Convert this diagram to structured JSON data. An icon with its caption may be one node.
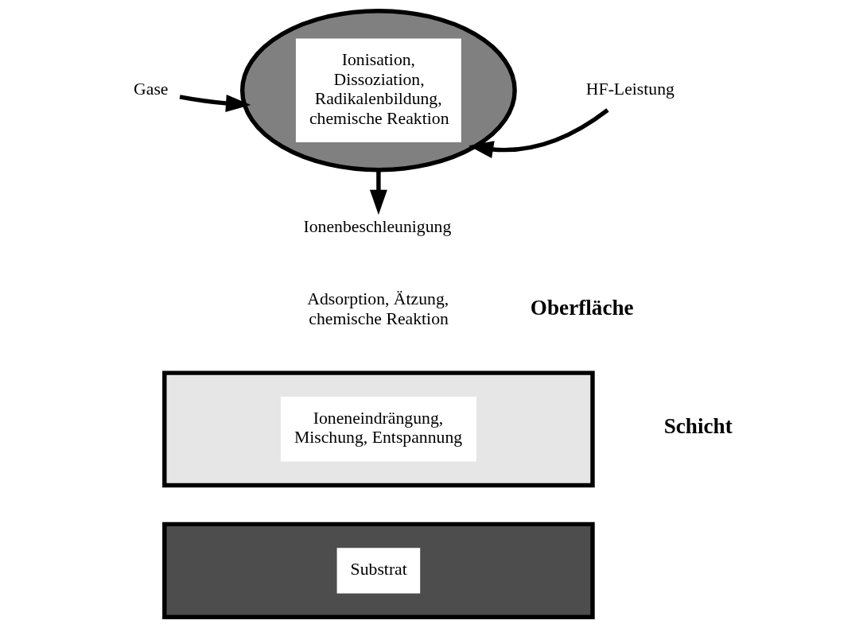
{
  "diagram": {
    "nodes": [
      {
        "text": [
          "Gase"
        ]
      },
      {
        "text": [
          "Ionisation, Dissoziation, Radikalenbildung, chemische Reaktion"
        ]
      },
      {
        "text": [
          "HF-Leistung"
        ]
      },
      {
        "text": [
          "Ionenbeschleunigung"
        ]
      },
      {
        "text": [
          "Ioneneindrängung, Mischung, Entspannung"
        ]
      },
      {
        "text": [
          "Substrat"
        ]
      }
    ],
    "edges": [
      {
        "from": 0,
        "to": 1,
        "arrow": "to"
      },
      {
        "from": 2,
        "to": 1,
        "arrow": "to"
      },
      {
        "from": 1,
        "to": 3,
        "arrow": "to"
      }
    ],
    "labels": [
      "Adsorption, Ätzung, chemische Reaktion",
      "Oberfläche",
      "Schicht"
    ]
  }
}
